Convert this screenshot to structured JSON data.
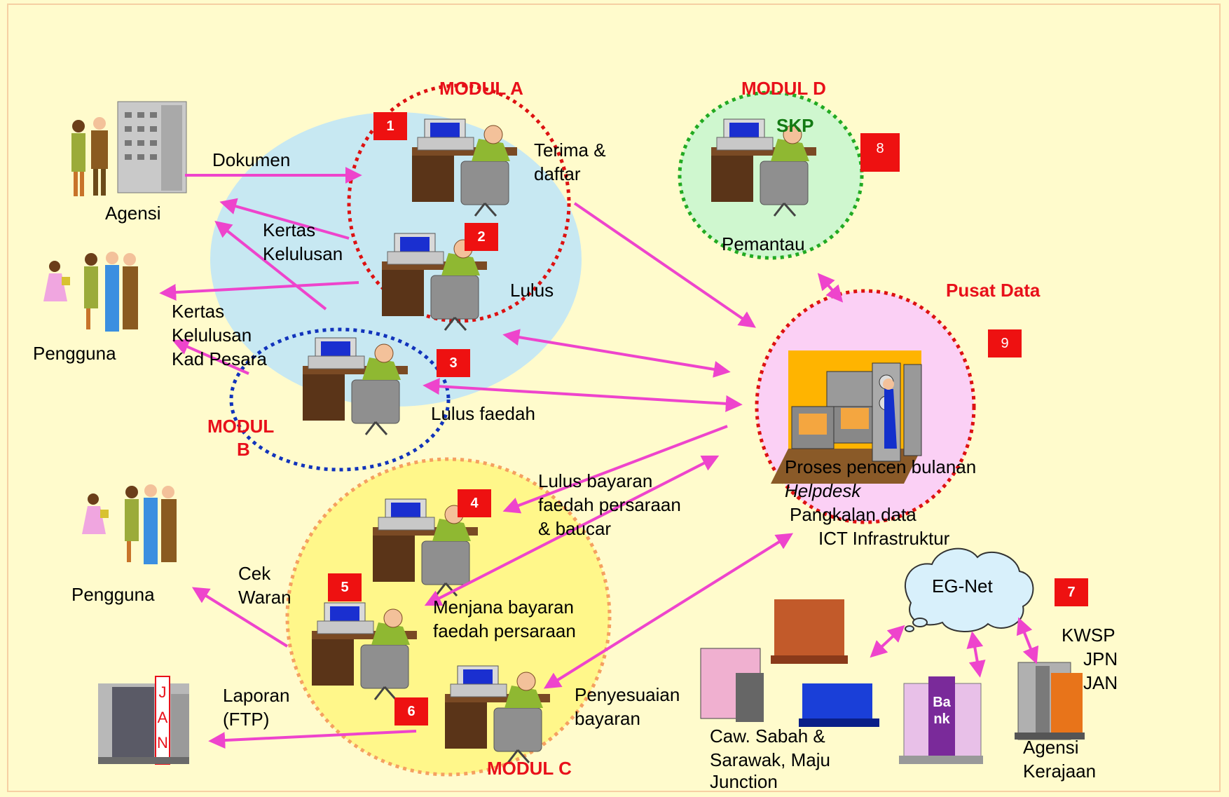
{
  "modules": {
    "a": "MODUL A",
    "b_line1": "MODUL",
    "b_line2": "B",
    "c": "MODUL C",
    "d": "MODUL D",
    "pusat_data": "Pusat Data"
  },
  "badges": [
    "1",
    "2",
    "3",
    "4",
    "5",
    "6",
    "7",
    "8",
    "9"
  ],
  "labels": {
    "dokumen": "Dokumen",
    "agensi": "Agensi",
    "kertas1_l1": "Kertas",
    "kertas1_l2": "Kelulusan",
    "pengguna1": "Pengguna",
    "kertas2_l1": "Kertas",
    "kertas2_l2": "Kelulusan",
    "kertas2_l3": "Kad Pesara",
    "terima_l1": "Terima &",
    "terima_l2": "daftar",
    "lulus": "Lulus",
    "lulus_faedah": "Lulus faedah",
    "skp": "SKP",
    "pemantau": "Pemantau",
    "proses": "Proses pencen bulanan",
    "helpdesk": "Helpdesk",
    "pangkalan": "Pangkalan data",
    "ict": "ICT Infrastruktur",
    "lulus_bayaran_l1": "Lulus bayaran",
    "lulus_bayaran_l2": "faedah persaraan",
    "lulus_bayaran_l3": "& baucar",
    "menjana_l1": "Menjana bayaran",
    "menjana_l2": "faedah persaraan",
    "cek_l1": "Cek",
    "cek_l2": "Waran",
    "pengguna2": "Pengguna",
    "laporan_l1": "Laporan",
    "laporan_l2": "(FTP)",
    "penyesuaian_l1": "Penyesuaian",
    "penyesuaian_l2": "bayaran",
    "egnet": "EG-Net",
    "kwsp": "KWSP",
    "jpn": "JPN",
    "jan": "JAN",
    "agensi_kerajaan_l1": "Agensi",
    "agensi_kerajaan_l2": "Kerajaan",
    "caw_l1": "Caw. Sabah &",
    "caw_l2": "Sarawak, Maju",
    "caw_l3": "Junction"
  },
  "building_signs": {
    "jan_vertical": "JAN",
    "bank_vertical": "Bank"
  },
  "colors": {
    "background": "#fffbcc",
    "arrow": "#ee44cc",
    "module_a_ring": "#dd1111",
    "module_b_ring": "#1133bb",
    "module_c_ring": "#f5a060",
    "module_d_ring": "#22aa22",
    "badge": "#ee1111"
  }
}
